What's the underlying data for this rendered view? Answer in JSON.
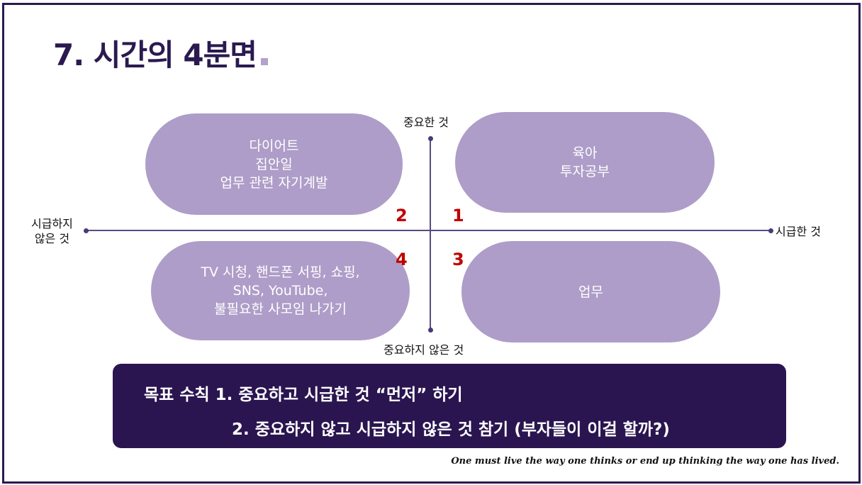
{
  "title": "7. 시간의 4분면",
  "axes": {
    "top": "중요한 것",
    "bottom": "중요하지 않은 것",
    "left_line1": "시급하지",
    "left_line2": "않은 것",
    "right": "시급한 것"
  },
  "quadrants": [
    {
      "number": "1",
      "lines": [
        "육아",
        "투자공부"
      ]
    },
    {
      "number": "2",
      "lines": [
        "다이어트",
        "집안일",
        "업무 관련 자기계발"
      ]
    },
    {
      "number": "3",
      "lines": [
        "업무"
      ]
    },
    {
      "number": "4",
      "lines": [
        "TV 시청, 핸드폰 서핑, 쇼핑,",
        "SNS, YouTube,",
        "불필요한 사모임 나가기"
      ]
    }
  ],
  "rules": {
    "line1": "목표 수칙 1. 중요하고 시급한 것 “먼저” 하기",
    "line2": "2. 중요하지 않고 시급하지 않은 것 참기 (부자들이 이걸 할까?)"
  },
  "quote": "One must live the way one thinks or end up thinking the way one has lived.",
  "colors": {
    "frame": "#2a1a50",
    "pill": "#ae9dc8",
    "accent_number": "#c00000"
  }
}
